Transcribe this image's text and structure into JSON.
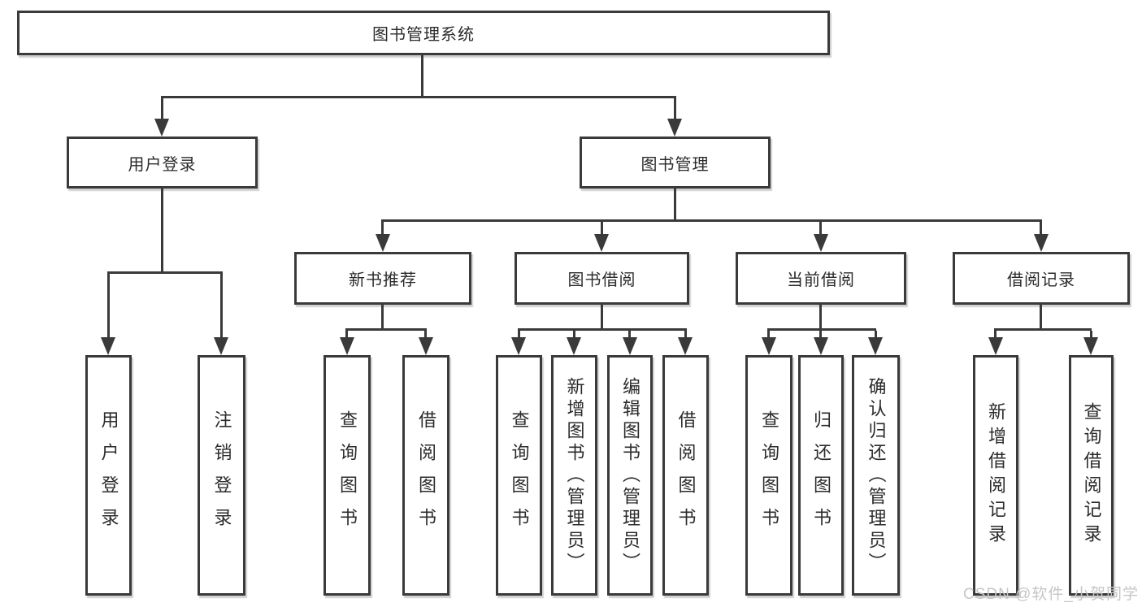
{
  "diagram": {
    "root": {
      "label": "图书管理系统"
    },
    "level2": [
      {
        "id": "user-login",
        "label": "用户登录"
      },
      {
        "id": "book-management",
        "label": "图书管理"
      }
    ],
    "level3": [
      {
        "id": "new-book-recommendation",
        "parent": "图书管理",
        "label": "新书推荐"
      },
      {
        "id": "book-borrowing",
        "parent": "图书管理",
        "label": "图书借阅"
      },
      {
        "id": "current-borrowing",
        "parent": "图书管理",
        "label": "当前借阅"
      },
      {
        "id": "borrowing-records",
        "parent": "图书管理",
        "label": "借阅记录"
      }
    ],
    "leaves": [
      {
        "parent": "用户登录",
        "label": "用户登录"
      },
      {
        "parent": "用户登录",
        "label": "注销登录"
      },
      {
        "parent": "新书推荐",
        "label": "查询图书"
      },
      {
        "parent": "新书推荐",
        "label": "借阅图书"
      },
      {
        "parent": "图书借阅",
        "label": "查询图书"
      },
      {
        "parent": "图书借阅",
        "label": "新增图书（管理员）"
      },
      {
        "parent": "图书借阅",
        "label": "编辑图书（管理员）"
      },
      {
        "parent": "图书借阅",
        "label": "借阅图书"
      },
      {
        "parent": "当前借阅",
        "label": "查询图书"
      },
      {
        "parent": "当前借阅",
        "label": "归还图书"
      },
      {
        "parent": "当前借阅",
        "label": "确认归还（管理员）"
      },
      {
        "parent": "借阅记录",
        "label": "新增借阅记录"
      },
      {
        "parent": "借阅记录",
        "label": "查询借阅记录"
      }
    ],
    "watermark": "CSDN @软件_小贺同学",
    "colors": {
      "line": "#3a3a3a",
      "text": "#2b2b2b",
      "background": "#ffffff",
      "watermark": "#c6c6c6"
    }
  }
}
